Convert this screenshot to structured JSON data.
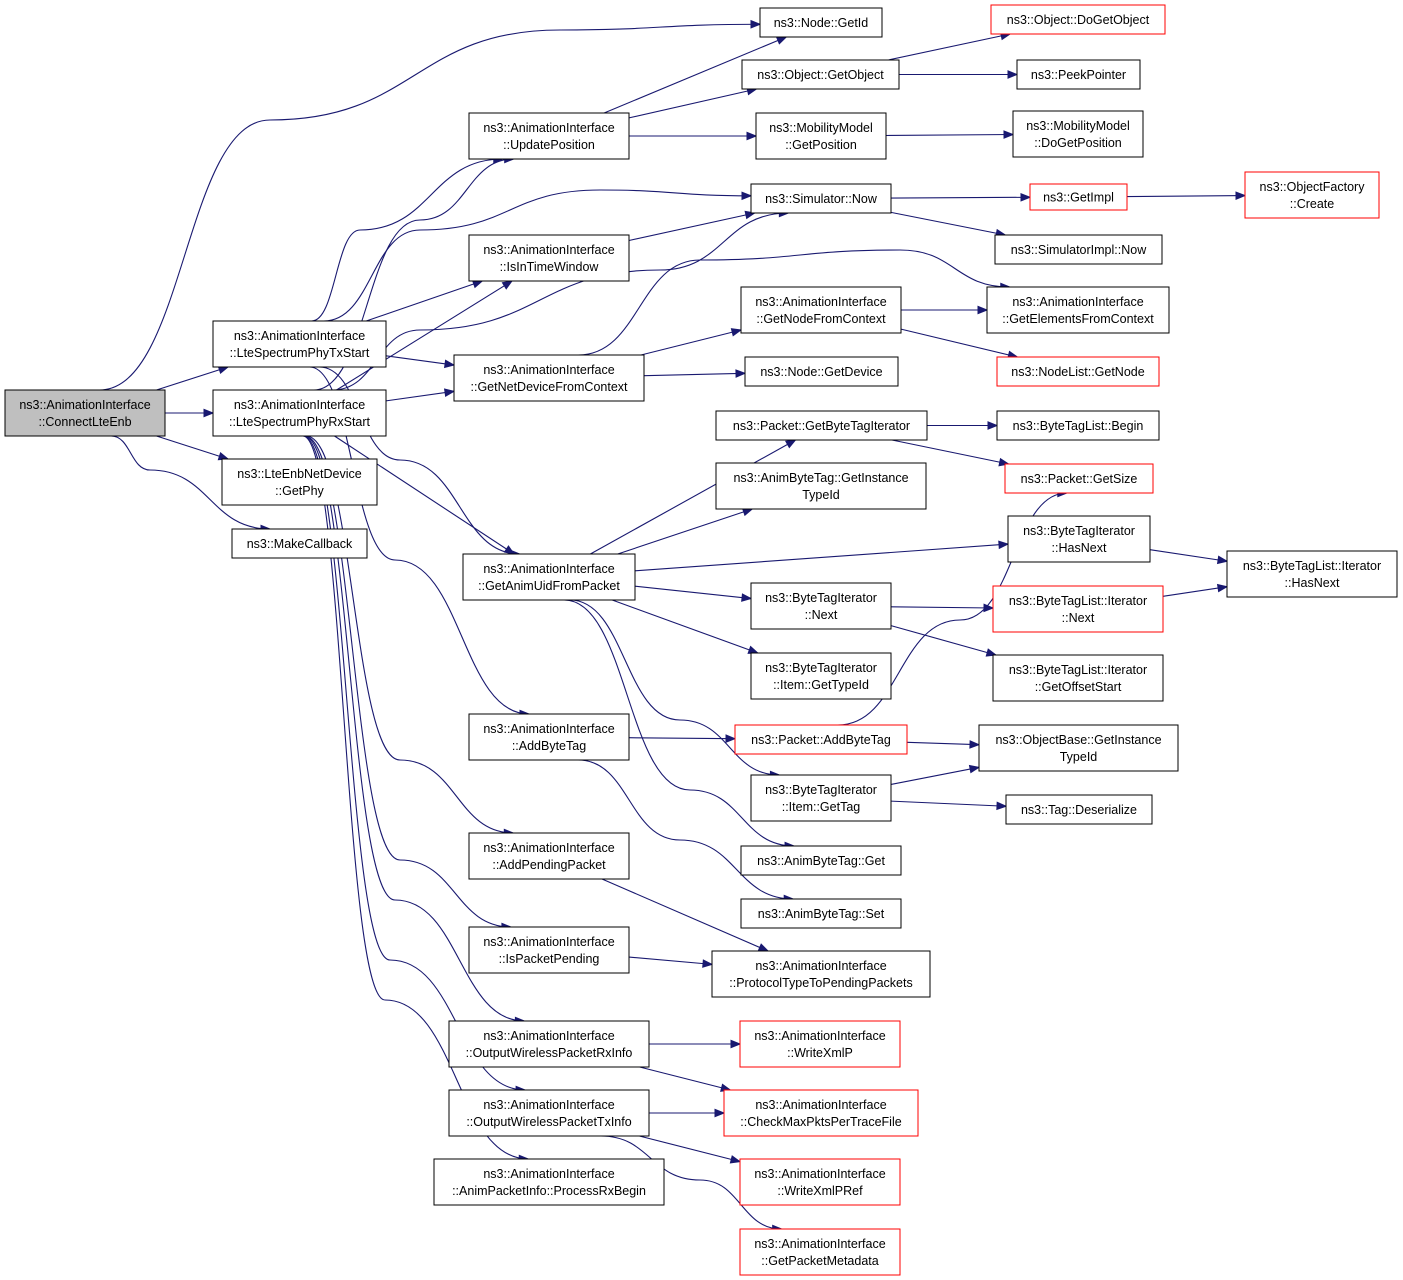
{
  "diagram": {
    "type": "call-graph",
    "colors": {
      "edge": "#191970",
      "node_border": "#000000",
      "truncated_border": "#ff0000",
      "root_fill": "#bfbfbf"
    },
    "nodes": [
      {
        "id": "connectlteenb",
        "lines": [
          "ns3::AnimationInterface",
          "::ConnectLteEnb"
        ],
        "root": true
      },
      {
        "id": "txstart",
        "lines": [
          "ns3::AnimationInterface",
          "::LteSpectrumPhyTxStart"
        ]
      },
      {
        "id": "rxstart",
        "lines": [
          "ns3::AnimationInterface",
          "::LteSpectrumPhyRxStart"
        ]
      },
      {
        "id": "getphy",
        "lines": [
          "ns3::LteEnbNetDevice",
          "::GetPhy"
        ]
      },
      {
        "id": "makecallback",
        "lines": [
          "ns3::MakeCallback"
        ]
      },
      {
        "id": "updateposition",
        "lines": [
          "ns3::AnimationInterface",
          "::UpdatePosition"
        ]
      },
      {
        "id": "isintimewindow",
        "lines": [
          "ns3::AnimationInterface",
          "::IsInTimeWindow"
        ]
      },
      {
        "id": "getnetdevicefromcontext",
        "lines": [
          "ns3::AnimationInterface",
          "::GetNetDeviceFromContext"
        ]
      },
      {
        "id": "getanimuidfrompacket",
        "lines": [
          "ns3::AnimationInterface",
          "::GetAnimUidFromPacket"
        ]
      },
      {
        "id": "addbytetag",
        "lines": [
          "ns3::AnimationInterface",
          "::AddByteTag"
        ]
      },
      {
        "id": "addpendingpacket",
        "lines": [
          "ns3::AnimationInterface",
          "::AddPendingPacket"
        ]
      },
      {
        "id": "ispacketpending",
        "lines": [
          "ns3::AnimationInterface",
          "::IsPacketPending"
        ]
      },
      {
        "id": "outputrxinfo",
        "lines": [
          "ns3::AnimationInterface",
          "::OutputWirelessPacketRxInfo"
        ]
      },
      {
        "id": "outputtxinfo",
        "lines": [
          "ns3::AnimationInterface",
          "::OutputWirelessPacketTxInfo"
        ]
      },
      {
        "id": "processrxbegin",
        "lines": [
          "ns3::AnimationInterface",
          "::AnimPacketInfo::ProcessRxBegin"
        ]
      },
      {
        "id": "nodegetid",
        "lines": [
          "ns3::Node::GetId"
        ]
      },
      {
        "id": "objectgetobject",
        "lines": [
          "ns3::Object::GetObject"
        ]
      },
      {
        "id": "mobilitygetposition",
        "lines": [
          "ns3::MobilityModel",
          "::GetPosition"
        ]
      },
      {
        "id": "simulatornow",
        "lines": [
          "ns3::Simulator::Now"
        ]
      },
      {
        "id": "getnodefromcontext",
        "lines": [
          "ns3::AnimationInterface",
          "::GetNodeFromContext"
        ]
      },
      {
        "id": "nodegetdevice",
        "lines": [
          "ns3::Node::GetDevice"
        ]
      },
      {
        "id": "packetgetbytetagiterator",
        "lines": [
          "ns3::Packet::GetByteTagIterator"
        ]
      },
      {
        "id": "animbytetaggetinstancetypeid",
        "lines": [
          "ns3::AnimByteTag::GetInstance",
          "TypeId"
        ]
      },
      {
        "id": "bytetagiteratornext",
        "lines": [
          "ns3::ByteTagIterator",
          "::Next"
        ]
      },
      {
        "id": "itemgettypeid",
        "lines": [
          "ns3::ByteTagIterator",
          "::Item::GetTypeId"
        ]
      },
      {
        "id": "packetaddbytetag",
        "lines": [
          "ns3::Packet::AddByteTag"
        ],
        "truncated": true
      },
      {
        "id": "itemgettag",
        "lines": [
          "ns3::ByteTagIterator",
          "::Item::GetTag"
        ]
      },
      {
        "id": "animbytetagget",
        "lines": [
          "ns3::AnimByteTag::Get"
        ]
      },
      {
        "id": "animbytetagset",
        "lines": [
          "ns3::AnimByteTag::Set"
        ]
      },
      {
        "id": "protocoltypetopending",
        "lines": [
          "ns3::AnimationInterface",
          "::ProtocolTypeToPendingPackets"
        ]
      },
      {
        "id": "writexmlp",
        "lines": [
          "ns3::AnimationInterface",
          "::WriteXmlP"
        ],
        "truncated": true
      },
      {
        "id": "checkmaxpkts",
        "lines": [
          "ns3::AnimationInterface",
          "::CheckMaxPktsPerTraceFile"
        ],
        "truncated": true
      },
      {
        "id": "writexmlpref",
        "lines": [
          "ns3::AnimationInterface",
          "::WriteXmlPRef"
        ],
        "truncated": true
      },
      {
        "id": "getpacketmetadata",
        "lines": [
          "ns3::AnimationInterface",
          "::GetPacketMetadata"
        ],
        "truncated": true
      },
      {
        "id": "dogetobject",
        "lines": [
          "ns3::Object::DoGetObject"
        ],
        "truncated": true
      },
      {
        "id": "peekpointer",
        "lines": [
          "ns3::PeekPointer"
        ]
      },
      {
        "id": "mobilitydogetposition",
        "lines": [
          "ns3::MobilityModel",
          "::DoGetPosition"
        ]
      },
      {
        "id": "getimpl",
        "lines": [
          "ns3::GetImpl"
        ],
        "truncated": true
      },
      {
        "id": "simulatorimplnow",
        "lines": [
          "ns3::SimulatorImpl::Now"
        ]
      },
      {
        "id": "getelementsfromcontext",
        "lines": [
          "ns3::AnimationInterface",
          "::GetElementsFromContext"
        ]
      },
      {
        "id": "nodelistgetnode",
        "lines": [
          "ns3::NodeList::GetNode"
        ],
        "truncated": true
      },
      {
        "id": "bytetaglistbegin",
        "lines": [
          "ns3::ByteTagList::Begin"
        ]
      },
      {
        "id": "packetgetsize",
        "lines": [
          "ns3::Packet::GetSize"
        ],
        "truncated": true
      },
      {
        "id": "bytetagiteratorhasnext",
        "lines": [
          "ns3::ByteTagIterator",
          "::HasNext"
        ]
      },
      {
        "id": "bytetaglistiteratornext",
        "lines": [
          "ns3::ByteTagList::Iterator",
          "::Next"
        ],
        "truncated": true
      },
      {
        "id": "getoffsetstart",
        "lines": [
          "ns3::ByteTagList::Iterator",
          "::GetOffsetStart"
        ]
      },
      {
        "id": "objectbasegetinstancetypeid",
        "lines": [
          "ns3::ObjectBase::GetInstance",
          "TypeId"
        ]
      },
      {
        "id": "tagdeserialize",
        "lines": [
          "ns3::Tag::Deserialize"
        ]
      },
      {
        "id": "objectfactorycreate",
        "lines": [
          "ns3::ObjectFactory",
          "::Create"
        ],
        "truncated": true
      },
      {
        "id": "bytetaglistiteratorhasnext",
        "lines": [
          "ns3::ByteTagList::Iterator",
          "::HasNext"
        ]
      }
    ]
  }
}
